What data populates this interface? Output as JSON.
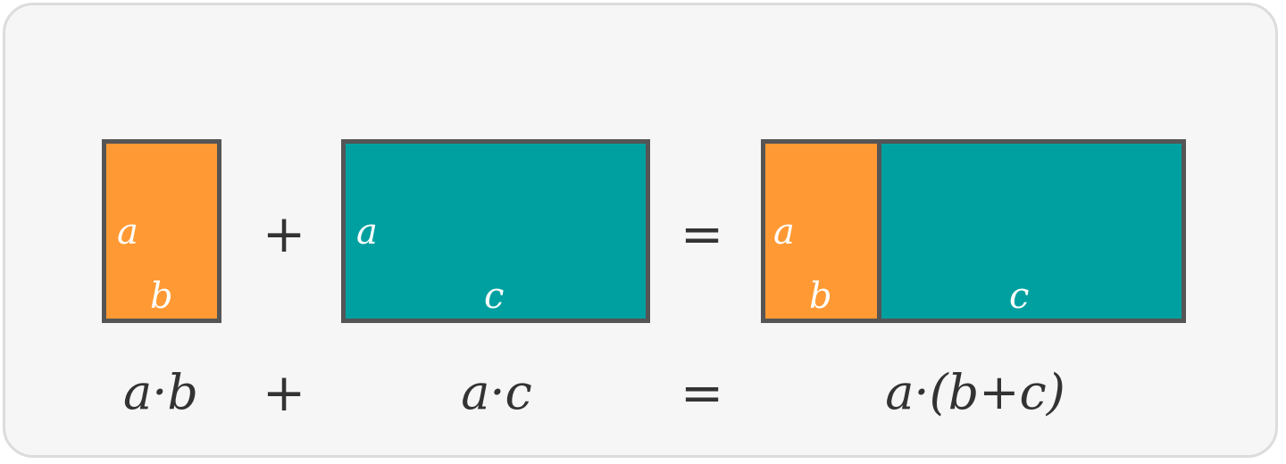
{
  "shapes": {
    "rect_ab": {
      "side_label": "a",
      "bottom_label": "b",
      "color": "#ff9933"
    },
    "rect_ac": {
      "side_label": "a",
      "bottom_label": "c",
      "color": "#00a0a0"
    },
    "rect_combined": {
      "side_label": "a",
      "bottom_label_left": "b",
      "bottom_label_right": "c",
      "left_color": "#ff9933",
      "right_color": "#00a0a0"
    }
  },
  "operators": {
    "plus": "+",
    "equals": "="
  },
  "expressions": {
    "left": "a·b",
    "middle": "a·c",
    "right": "a·(b+c)"
  },
  "colors": {
    "border": "#555555",
    "text_dark": "#333333",
    "background": "#f6f6f6"
  }
}
